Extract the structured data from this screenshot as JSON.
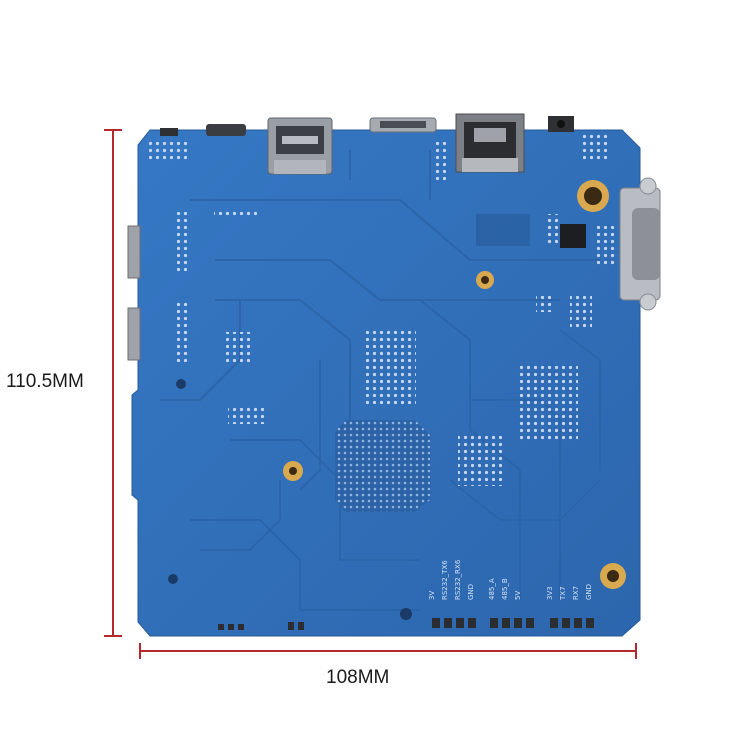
{
  "dimensions": {
    "height_label": "110.5MM",
    "width_label": "108MM",
    "line_color": "#b3272d"
  },
  "board": {
    "pcb_color": "#2f6fba",
    "trace_color": "#2a63a8",
    "header_silkscreen": [
      "3V",
      "RS232_TX6",
      "RS232_RX6",
      "GND",
      "485_A",
      "485_B",
      "5V",
      "3V3",
      "TX7",
      "RX7",
      "GND"
    ]
  }
}
